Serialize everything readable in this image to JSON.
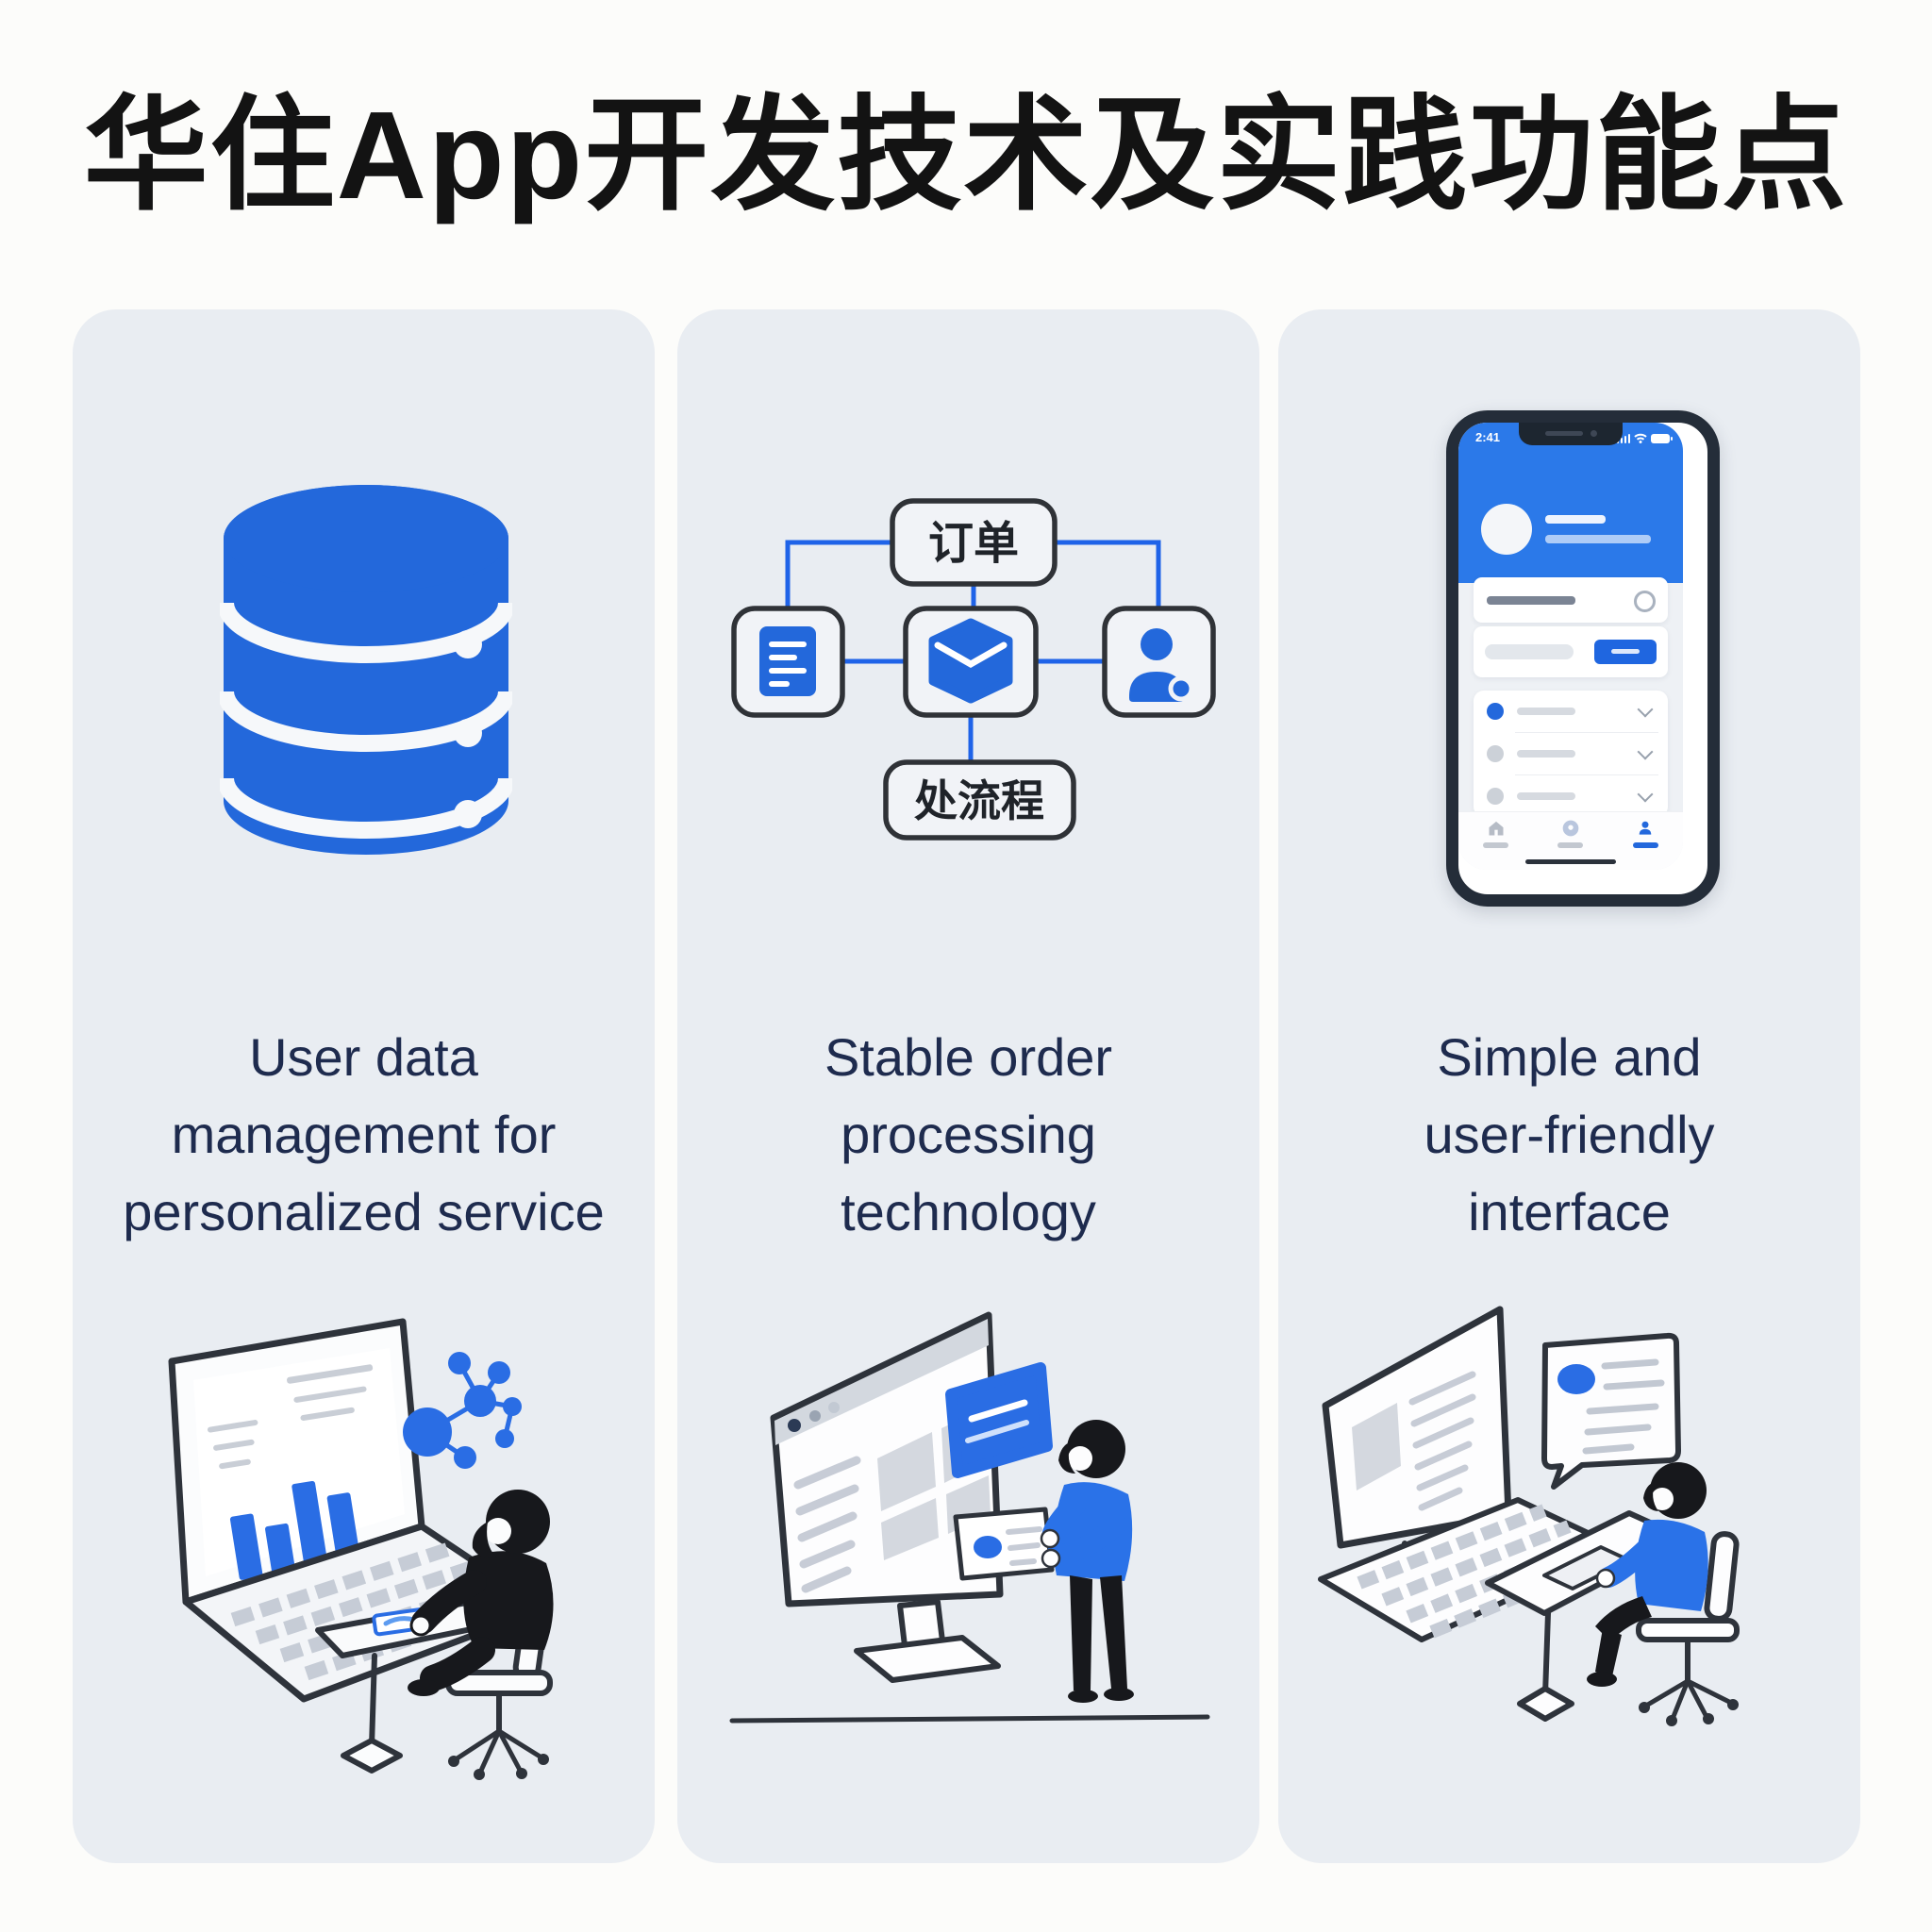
{
  "title": "华住App开发技术及实践功能点",
  "colors": {
    "accent_blue": "#2368dc",
    "illustration_blue": "#2a72e8",
    "panel_background": "#e9edf2",
    "caption_text": "#1e2b4e",
    "title_text": "#131313",
    "connector_blue": "#1f63e8",
    "phone_header_blue": "#2b79e9"
  },
  "columns": [
    {
      "id": "user-data",
      "icon": "database-icon",
      "caption_lines": [
        "User data",
        "management for",
        "personalized service"
      ],
      "illustration": "person-analyzing-charts-on-laptop"
    },
    {
      "id": "order-processing",
      "icon": "order-flowchart",
      "caption_lines": [
        "Stable order",
        "processing",
        "technology"
      ],
      "illustration": "person-holding-order-panel-by-monitor"
    },
    {
      "id": "interface",
      "icon": "phone-mockup",
      "caption_lines": [
        "Simple and",
        "user-friendly",
        "interface"
      ],
      "illustration": "person-working-at-desktop"
    }
  ],
  "flowchart": {
    "top_label": "订单",
    "bottom_label": "处流程",
    "node_icons": [
      "document-icon",
      "package-icon",
      "user-icon"
    ]
  },
  "phone": {
    "status_time": "2:41",
    "nav": [
      {
        "icon": "home-icon",
        "active": false
      },
      {
        "icon": "compass-icon",
        "active": false
      },
      {
        "icon": "profile-icon",
        "active": true
      }
    ]
  }
}
